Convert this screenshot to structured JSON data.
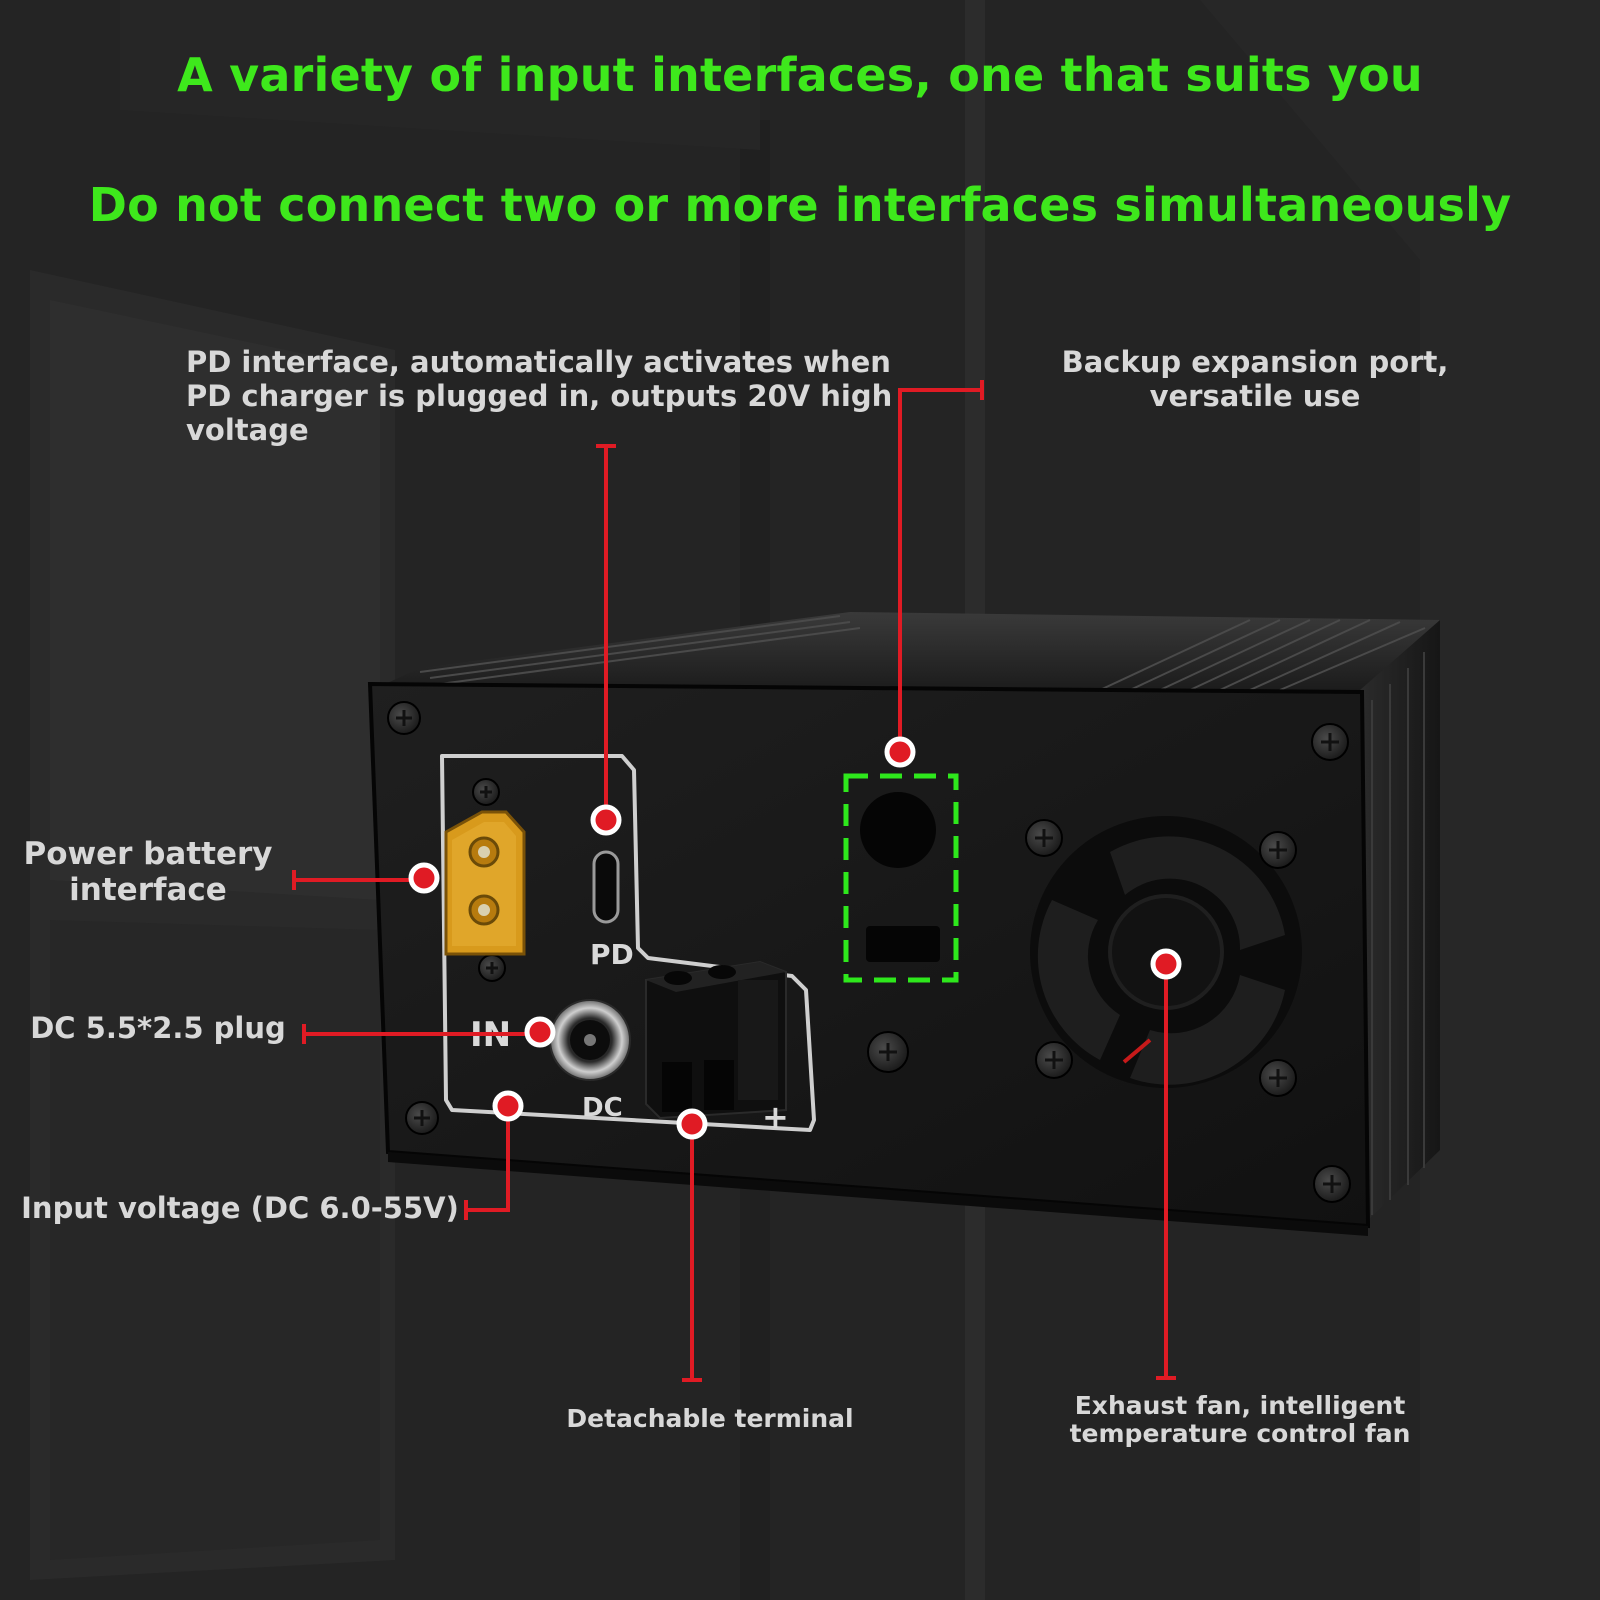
{
  "headline": {
    "line1": "A variety of input interfaces, one that suits you",
    "line2": "Do not connect two or more interfaces simultaneously"
  },
  "callouts": {
    "pd": "PD interface, automatically activates when PD charger is plugged in, outputs 20V high voltage",
    "backup": "Backup expansion port, versatile use",
    "battery": "Power battery interface",
    "dc_plug": "DC 5.5*2.5 plug",
    "input_voltage": "Input voltage (DC 6.0-55V)",
    "terminal": "Detachable terminal",
    "fan": "Exhaust fan, intelligent temperature control fan"
  },
  "panel_markings": {
    "pd": "PD",
    "in": "IN",
    "dc": "DC",
    "plus": "+"
  },
  "colors": {
    "headline": "#3ee81c",
    "leader": "#e01b24",
    "highlight_box": "#2ee81c"
  }
}
